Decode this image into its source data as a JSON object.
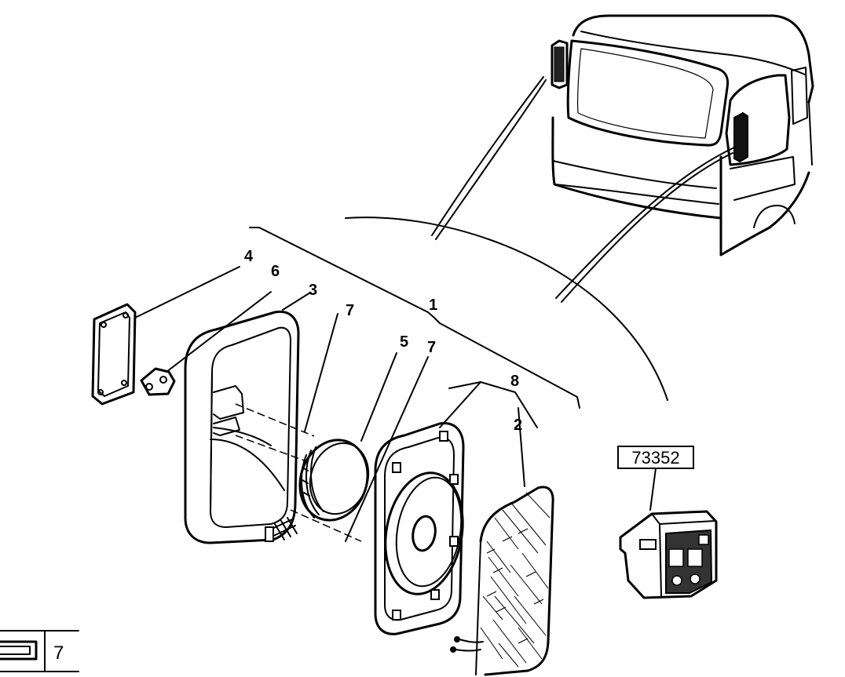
{
  "callouts": {
    "c1": "1",
    "c2": "2",
    "c3": "3",
    "c4": "4",
    "c5": "5",
    "c6": "6",
    "c7a": "7",
    "c7b": "7",
    "c8": "8"
  },
  "reference_box": "73352",
  "page_tab": {
    "number": "7"
  }
}
